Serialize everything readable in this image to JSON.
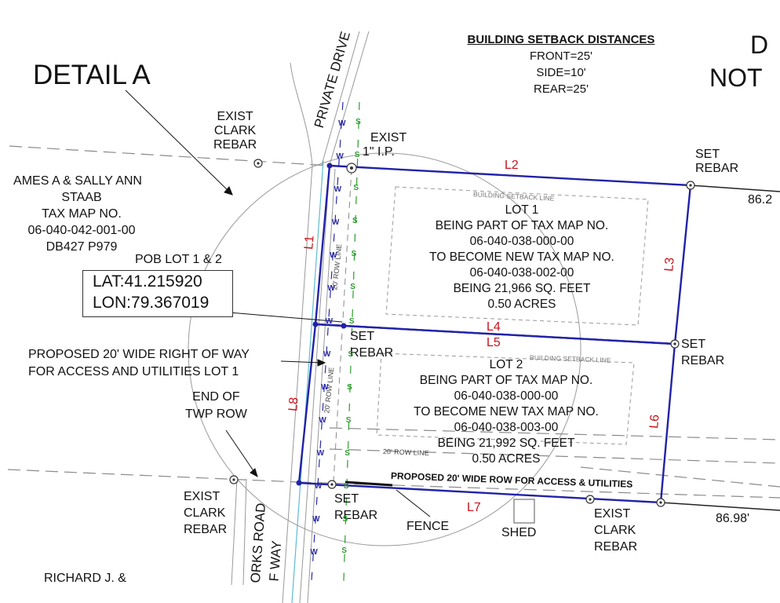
{
  "detail_title": "DETAIL A",
  "corner_text": [
    "D",
    "NOT"
  ],
  "setback": {
    "heading": "BUILDING SETBACK DISTANCES",
    "front": "FRONT=25'",
    "side": "SIDE=10'",
    "rear": "REAR=25'"
  },
  "road": {
    "private_drive": "PRIVATE DRIVE",
    "road_bottom": "ORKS ROAD",
    "road_bottom_2": "F WAY"
  },
  "monuments": {
    "exist_clark_rebar_top": [
      "EXIST",
      "CLARK",
      "REBAR"
    ],
    "exist_ip": [
      "EXIST",
      "1\" I.P."
    ],
    "set_rebar_ne": [
      "SET",
      "REBAR"
    ],
    "set_rebar_mid_left": [
      "SET",
      "REBAR"
    ],
    "set_rebar_mid_right": [
      "SET",
      "REBAR"
    ],
    "set_rebar_bottom": [
      "SET",
      "REBAR"
    ],
    "exist_clark_rebar_bl": [
      "EXIST",
      "CLARK",
      "REBAR"
    ],
    "exist_clark_rebar_br": [
      "EXIST",
      "CLARK",
      "REBAR"
    ]
  },
  "adjoiner_top": [
    "AMES A & SALLY ANN",
    "STAAB",
    "TAX MAP NO.",
    "06-040-042-001-00",
    "DB427 P979"
  ],
  "adjoiner_bottom": "RICHARD J. &",
  "pob": {
    "label": "POB LOT 1 & 2",
    "lat": "LAT:41.215920",
    "lon": "LON:79.367019"
  },
  "row_note": [
    "PROPOSED 20' WIDE RIGHT OF WAY",
    "FOR ACCESS AND UTILITIES LOT 1"
  ],
  "end_twp_row": [
    "END OF",
    "TWP ROW"
  ],
  "fence": "FENCE",
  "shed": "SHED",
  "proposed_row_bottom": "PROPOSED 20' WIDE ROW FOR ACCESS & UTILITIES",
  "row_line_labels": {
    "vertical_upper": "20' ROW LINE",
    "vertical_lower": "20' ROW LINE",
    "horizontal": "20' ROW LINE"
  },
  "distances": {
    "top_right": "86.2",
    "bottom_right": "86.98'"
  },
  "line_labels": {
    "L1": "L1",
    "L2": "L2",
    "L3": "L3",
    "L4": "L4",
    "L5": "L5",
    "L6": "L6",
    "L7": "L7",
    "L8": "L8"
  },
  "building_setback_line": "BUILDING SETBACK LINE",
  "lot1": {
    "title": "LOT 1",
    "line1": "BEING PART OF TAX MAP NO.",
    "line2": "06-040-038-000-00",
    "line3": "TO BECOME NEW TAX MAP NO.",
    "line4": "06-040-038-002-00",
    "line5": "BEING 21,966 SQ. FEET",
    "line6": "0.50 ACRES"
  },
  "lot2": {
    "title": "LOT 2",
    "line1": "BEING PART OF TAX MAP NO.",
    "line2": "06-040-038-000-00",
    "line3": "TO BECOME NEW TAX MAP NO.",
    "line4": "06-040-038-003-00",
    "line5": "BEING 21,992 SQ. FEET",
    "line6": "0.50 ACRES"
  },
  "utility_marks": {
    "water": "W",
    "sewer": "S"
  },
  "colors": {
    "boundary": "#2222a8",
    "lot_label": "#c8141b",
    "sewer_line": "#2e9b2e",
    "water_line": "#2a2aa8",
    "dashed": "#8a8a8a"
  }
}
